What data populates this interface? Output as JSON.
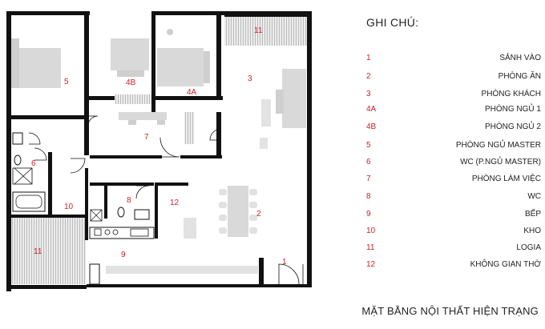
{
  "legend": {
    "title": "GHI CHÚ:",
    "items": [
      {
        "num": "1",
        "label": "SẢNH VÀO"
      },
      {
        "num": "2",
        "label": "PHÒNG ĂN"
      },
      {
        "num": "3",
        "label": "PHÒNG KHÁCH"
      },
      {
        "num": "4A",
        "label": "PHÒNG NGỦ 1"
      },
      {
        "num": "4B",
        "label": "PHÒNG NGỦ 2"
      },
      {
        "num": "5",
        "label": "PHÒNG NGỦ MASTER"
      },
      {
        "num": "6",
        "label": "WC (P.NGỦ MASTER)"
      },
      {
        "num": "7",
        "label": "PHÒNG LÀM VIỆC"
      },
      {
        "num": "8",
        "label": "WC"
      },
      {
        "num": "9",
        "label": "BẾP"
      },
      {
        "num": "10",
        "label": "KHO"
      },
      {
        "num": "11",
        "label": "LOGIA"
      },
      {
        "num": "12",
        "label": "KHÔNG GIAN THỜ"
      }
    ]
  },
  "caption": "MẶT BẰNG NỘI THẤT HIỆN TRẠNG",
  "plan": {
    "room_labels": [
      "5",
      "4B",
      "4A",
      "11",
      "3",
      "7",
      "6",
      "10",
      "8",
      "12",
      "2",
      "11",
      "9",
      "1"
    ]
  },
  "colors": {
    "label_red": "#d21f26",
    "wall": "#111111",
    "furniture": "#d9d9d9",
    "logia": "#e6e6e6"
  }
}
